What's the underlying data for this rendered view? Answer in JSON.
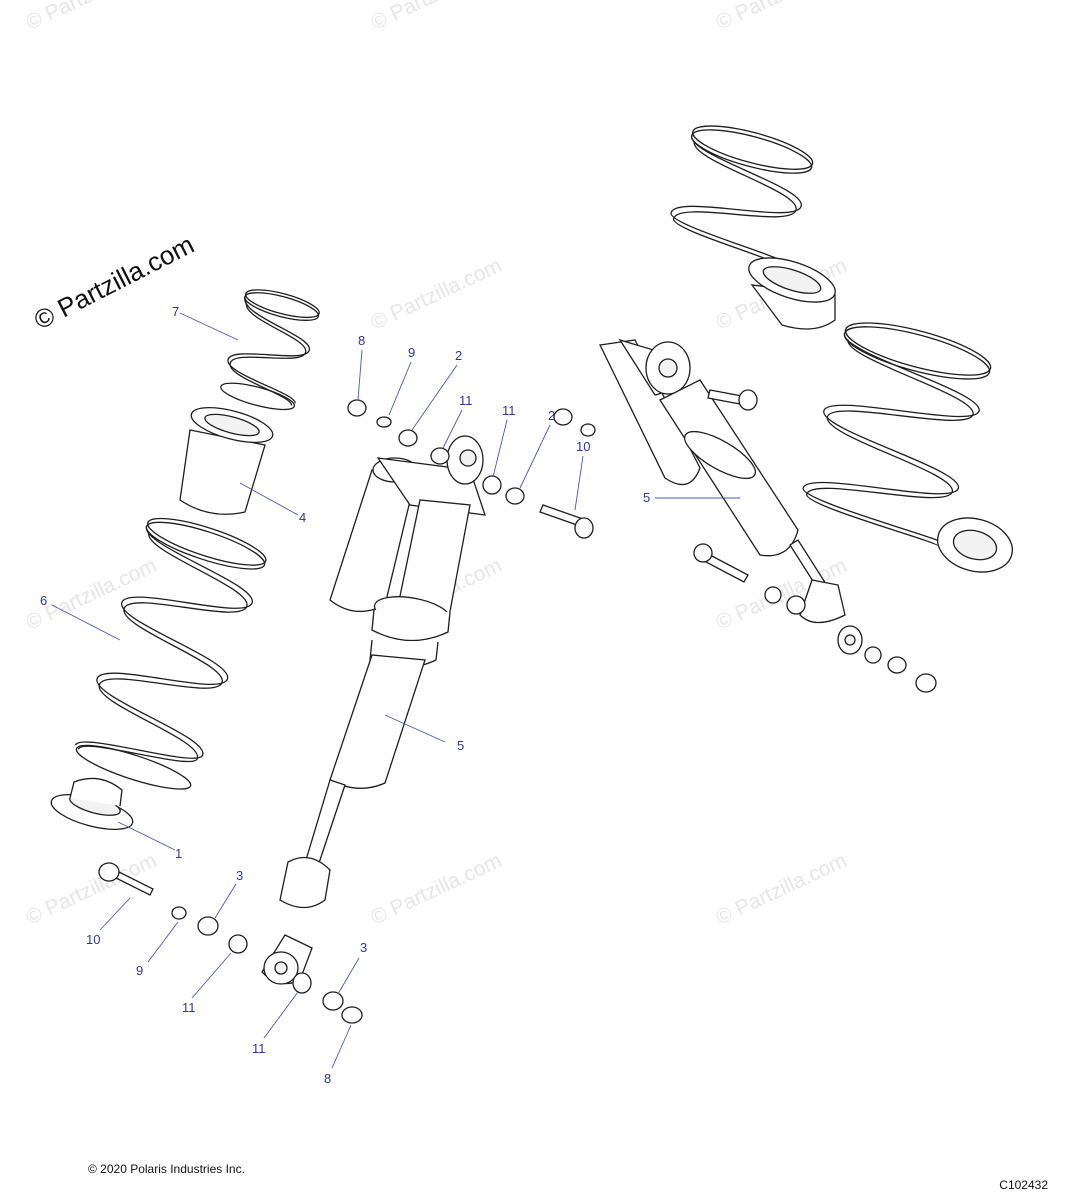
{
  "watermark": {
    "text": "© Partzilla.com"
  },
  "copyright": "© 2020 Polaris Industries Inc.",
  "figure_code": "C102432",
  "callouts": [
    {
      "id": "c7",
      "label": "7"
    },
    {
      "id": "c8a",
      "label": "8"
    },
    {
      "id": "c9a",
      "label": "9"
    },
    {
      "id": "c2a",
      "label": "2"
    },
    {
      "id": "c11a",
      "label": "11"
    },
    {
      "id": "c11b",
      "label": "11"
    },
    {
      "id": "c2b",
      "label": "2"
    },
    {
      "id": "c10a",
      "label": "10"
    },
    {
      "id": "c4",
      "label": "4"
    },
    {
      "id": "c6",
      "label": "6"
    },
    {
      "id": "c5a",
      "label": "5"
    },
    {
      "id": "c5b",
      "label": "5"
    },
    {
      "id": "c1",
      "label": "1"
    },
    {
      "id": "c3a",
      "label": "3"
    },
    {
      "id": "c10b",
      "label": "10"
    },
    {
      "id": "c9b",
      "label": "9"
    },
    {
      "id": "c11c",
      "label": "11"
    },
    {
      "id": "c3b",
      "label": "3"
    },
    {
      "id": "c11d",
      "label": "11"
    },
    {
      "id": "c8b",
      "label": "8"
    }
  ]
}
